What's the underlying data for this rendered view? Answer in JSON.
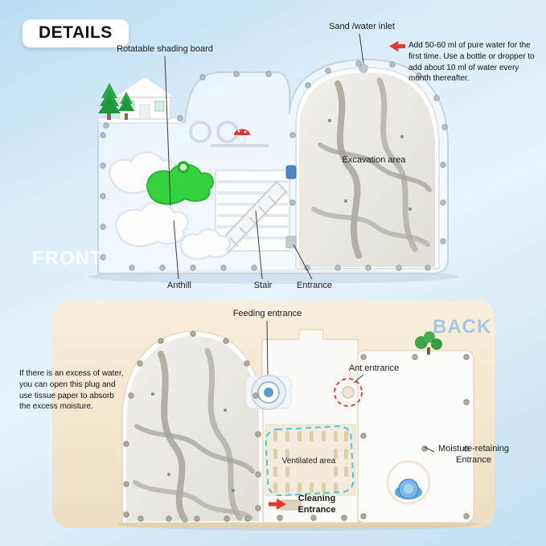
{
  "page": {
    "details_title": "DETAILS",
    "front_watermark": "FRONT",
    "back_watermark": "BACK"
  },
  "front": {
    "labels": {
      "rotatable_shading_board": "Rotatable shading board",
      "sand_water_inlet": "Sand /water inlet",
      "excavation_area": "Excavation area",
      "anthill": "Anthill",
      "stair": "Stair",
      "entrance": "Entrance"
    },
    "water_note": "Add 50-60 ml of pure water for the first time. Use a bottle or dropper to add about 10 ml of water every month thereafter."
  },
  "back": {
    "labels": {
      "feeding_entrance": "Feeding entrance",
      "ant_entrance": "Ant entrance",
      "ventilated_area": "Ventilated area",
      "cleaning_entrance": "Cleaning Entrance",
      "moisture_retaining_entrance": "Moisture-retaining Entrance"
    },
    "excess_water_note": "If there is an excess of water, you can open this plug and use tissue paper to absorb the excess moisture."
  },
  "colors": {
    "accent_red": "#e23a2e",
    "dashed_cyan": "#4cc4e8",
    "back_text_blue": "#a6c6e6",
    "shading_board_green": "#36d13f",
    "beige_panel": "#f5e8cd",
    "background_blue": "#cfe7f6"
  },
  "icons": {
    "red_arrow_left": "left-pointing solid arrow",
    "red_arrow_right": "right-pointing solid arrow"
  }
}
